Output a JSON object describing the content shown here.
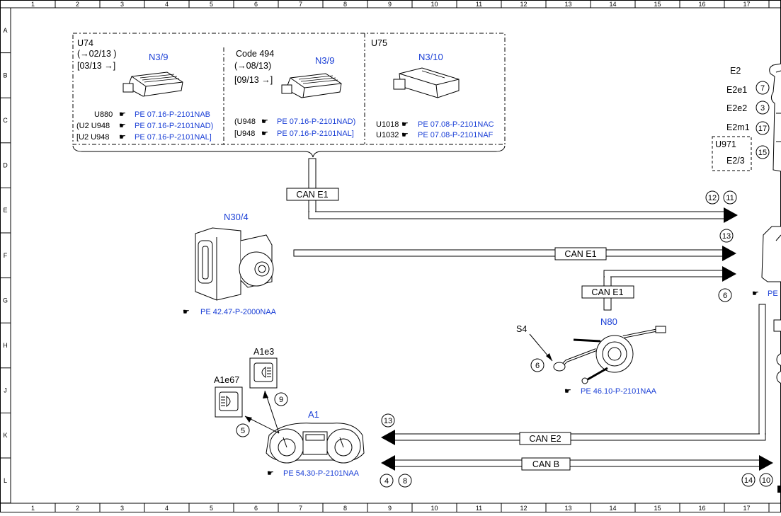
{
  "grid": {
    "columns": [
      "1",
      "2",
      "3",
      "4",
      "5",
      "6",
      "7",
      "8",
      "9",
      "10",
      "11",
      "12",
      "13",
      "14",
      "15",
      "16",
      "17"
    ],
    "rows": [
      "A",
      "B",
      "C",
      "D",
      "E",
      "F",
      "G",
      "H",
      "J",
      "K",
      "L"
    ]
  },
  "box_u74": {
    "title": "U74",
    "date_a": "(→02/13 )",
    "date_b": "[03/13 →]",
    "component": "N3/9",
    "line1_code": "U880",
    "line1_ref": "PE 07.16-P-2101NAB",
    "line2_code": "(U2  U948",
    "line2_ref": "PE 07.16-P-2101NAD)",
    "line3_code": "[U2  U948",
    "line3_ref": "PE 07.16-P-2101NAL]"
  },
  "box_code494": {
    "title": "Code 494",
    "date_a": "(→08/13)",
    "date_b": "[09/13  →]",
    "component": "N3/9",
    "line1_code": "(U948",
    "line1_ref": "PE 07.16-P-2101NAD)",
    "line2_code": "[U948",
    "line2_ref": "PE 07.16-P-2101NAL]"
  },
  "box_u75": {
    "title": "U75",
    "component": "N3/10",
    "line1_code": "U1018",
    "line1_ref": "PE 07.08-P-2101NAC",
    "line2_code": "U1032",
    "line2_ref": "PE 07.08-P-2101NAF"
  },
  "n30_4": {
    "component": "N30/4",
    "ref": "PE 42.47-P-2000NAA"
  },
  "n80": {
    "component": "N80",
    "switch_label": "S4",
    "ref": "PE 46.10-P-2101NAA",
    "marker": "6"
  },
  "a1": {
    "component": "A1",
    "ref": "PE 54.30-P-2101NAA",
    "lamp1": "A1e67",
    "lamp2": "A1e3",
    "marker1": "5",
    "marker2": "9"
  },
  "e2": {
    "title": "E2",
    "items": [
      {
        "label": "E2e1",
        "num": "7"
      },
      {
        "label": "E2e2",
        "num": "3"
      },
      {
        "label": "E2m1",
        "num": "17"
      }
    ],
    "u971": "U971",
    "e2_3": "E2/3",
    "e2_3_num": "15"
  },
  "right_ref_partial": "PE",
  "buses": {
    "top": {
      "label": "CAN E1",
      "markers": [
        "12",
        "11"
      ]
    },
    "middle": {
      "label": "CAN E1",
      "marker": "13"
    },
    "n80": {
      "label": "CAN E1",
      "marker": "6"
    },
    "can_e2": {
      "label": "CAN E2",
      "marker": "13"
    },
    "can_b": {
      "label": "CAN B",
      "markers_left": [
        "4",
        "8"
      ],
      "markers_right": [
        "14",
        "10"
      ]
    }
  }
}
